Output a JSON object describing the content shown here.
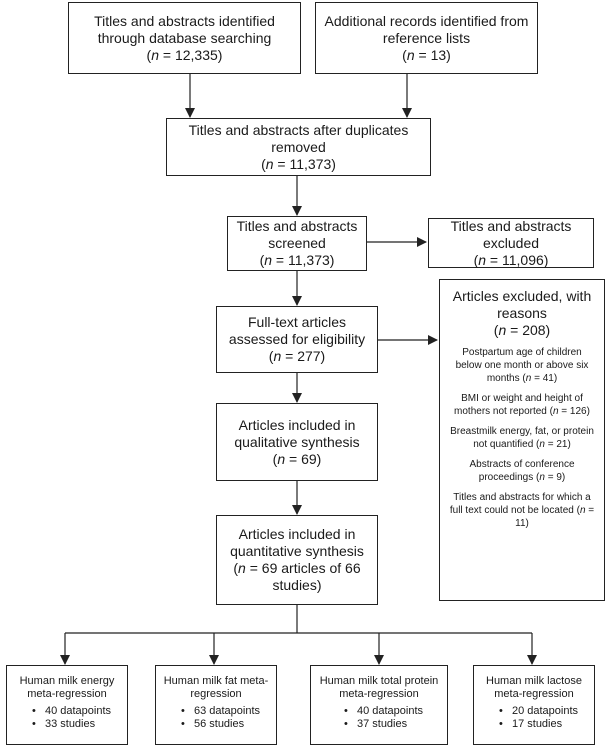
{
  "boxes": {
    "identified_db": {
      "text": "Titles and abstracts identified through database searching",
      "count": "(n = 12,335)"
    },
    "identified_ref": {
      "text": "Additional records identified from reference lists",
      "count": "(n = 13)"
    },
    "duplicates": {
      "text": "Titles and abstracts after duplicates removed",
      "count": "(n = 11,373)"
    },
    "screened": {
      "text": "Titles and abstracts screened",
      "count": "(n = 11,373)"
    },
    "excluded_screen": {
      "text": "Titles and abstracts excluded",
      "count": "(n = 11,096)"
    },
    "fulltext": {
      "text": "Full-text articles assessed for eligibility",
      "count": "(n = 277)"
    },
    "excluded_fulltext": {
      "text": "Articles excluded, with reasons",
      "count": "(n = 208)",
      "reasons": [
        "Postpartum age of children below one month or above six months (n = 41)",
        "BMI or weight and height of mothers not reported (n = 126)",
        "Breastmilk energy, fat, or protein not quantified (n = 21)",
        "Abstracts of conference proceedings (n = 9)",
        "Titles and abstracts for which a full text could not be located (n = 11)"
      ]
    },
    "qualitative": {
      "text": "Articles included in qualitative synthesis",
      "count": "(n = 69)"
    },
    "quantitative": {
      "text": "Articles included in quantitative synthesis",
      "count": "(n = 69 articles of 66 studies)"
    }
  },
  "results": [
    {
      "title": "Human milk energy meta-regression",
      "items": [
        "40 datapoints",
        "33 studies"
      ]
    },
    {
      "title": "Human milk fat meta-regression",
      "items": [
        "63 datapoints",
        "56 studies"
      ]
    },
    {
      "title": "Human milk total protein meta-regression",
      "items": [
        "40 datapoints",
        "37 studies"
      ]
    },
    {
      "title": "Human milk lactose meta-regression",
      "items": [
        "20 datapoints",
        "17 studies"
      ]
    }
  ],
  "bullet": "•"
}
